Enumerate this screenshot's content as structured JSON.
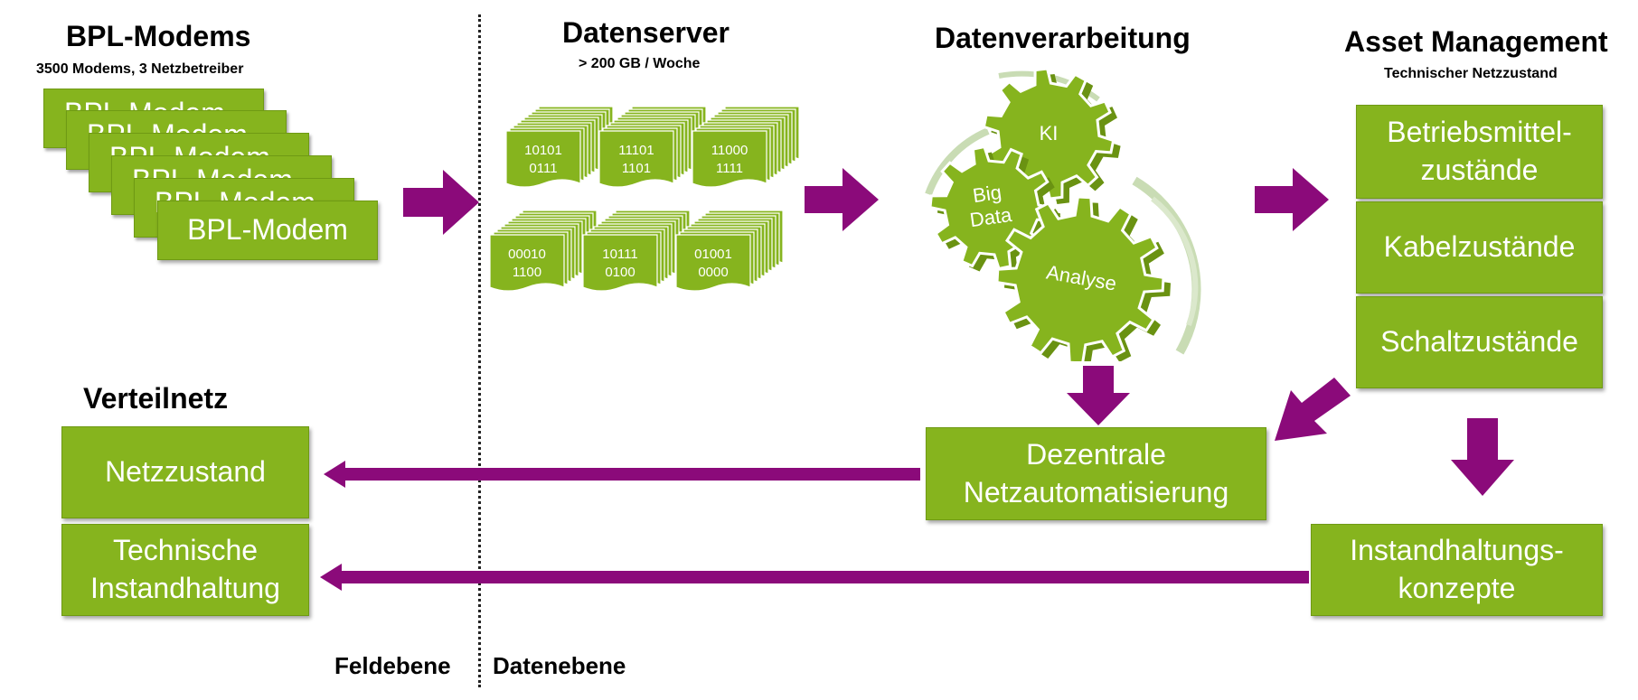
{
  "bpl": {
    "title": "BPL-Modems",
    "subtitle": "3500 Modems, 3 Netzbetreiber",
    "card_label": "BPL-Modem"
  },
  "datenserver": {
    "title": "Datenserver",
    "subtitle": "> 200 GB / Woche",
    "files": [
      {
        "line1": "10101",
        "line2": "0111"
      },
      {
        "line1": "11101",
        "line2": "1101"
      },
      {
        "line1": "11000",
        "line2": "1111"
      },
      {
        "line1": "00010",
        "line2": "1100"
      },
      {
        "line1": "10111",
        "line2": "0100"
      },
      {
        "line1": "01001",
        "line2": "0000"
      }
    ]
  },
  "datenverarbeitung": {
    "title": "Datenverarbeitung",
    "gears": {
      "ki": "KI",
      "big_data_1": "Big",
      "big_data_2": "Data",
      "analyse": "Analyse"
    }
  },
  "asset": {
    "title": "Asset Management",
    "subtitle": "Technischer Netzzustand",
    "boxes": [
      "Betriebsmittel-\nzustände",
      "Kabelzustände",
      "Schaltzustände"
    ]
  },
  "verteilnetz": {
    "title": "Verteilnetz",
    "boxes": [
      "Netzzustand",
      "Technische\nInstandhaltung"
    ]
  },
  "dezentrale": "Dezentrale\nNetzautomatisierung",
  "instandhaltung": "Instandhaltungs-\nkonzepte",
  "levels": {
    "feld": "Feldebene",
    "daten": "Datenebene"
  },
  "colors": {
    "green": "#86b41e",
    "purple": "#8b0a7a",
    "gear_shadow": "#c9dcb4"
  }
}
